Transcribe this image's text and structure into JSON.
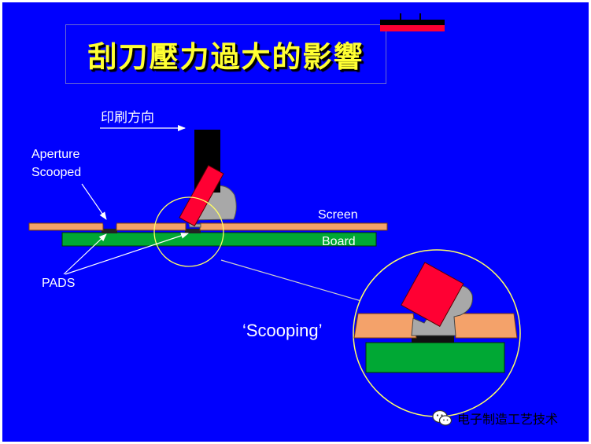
{
  "title": "刮刀壓力過大的影響",
  "labels": {
    "direction": "印刷方向",
    "aperture": "Aperture",
    "scooped": "Scooped",
    "screen": "Screen",
    "board": "Board",
    "pads": "PADS",
    "scooping": "‘Scooping’"
  },
  "watermark": {
    "text": "电子制造工艺技术",
    "icon": "wechat-icon"
  },
  "colors": {
    "background": "#0000fe",
    "title": "#ffff33",
    "screen": "#f4a26a",
    "board": "#00a834",
    "squeegee": "#ff0033",
    "paste": "#a8a8a8",
    "holder": "#000000",
    "zoom_circle": "#ffff66"
  }
}
